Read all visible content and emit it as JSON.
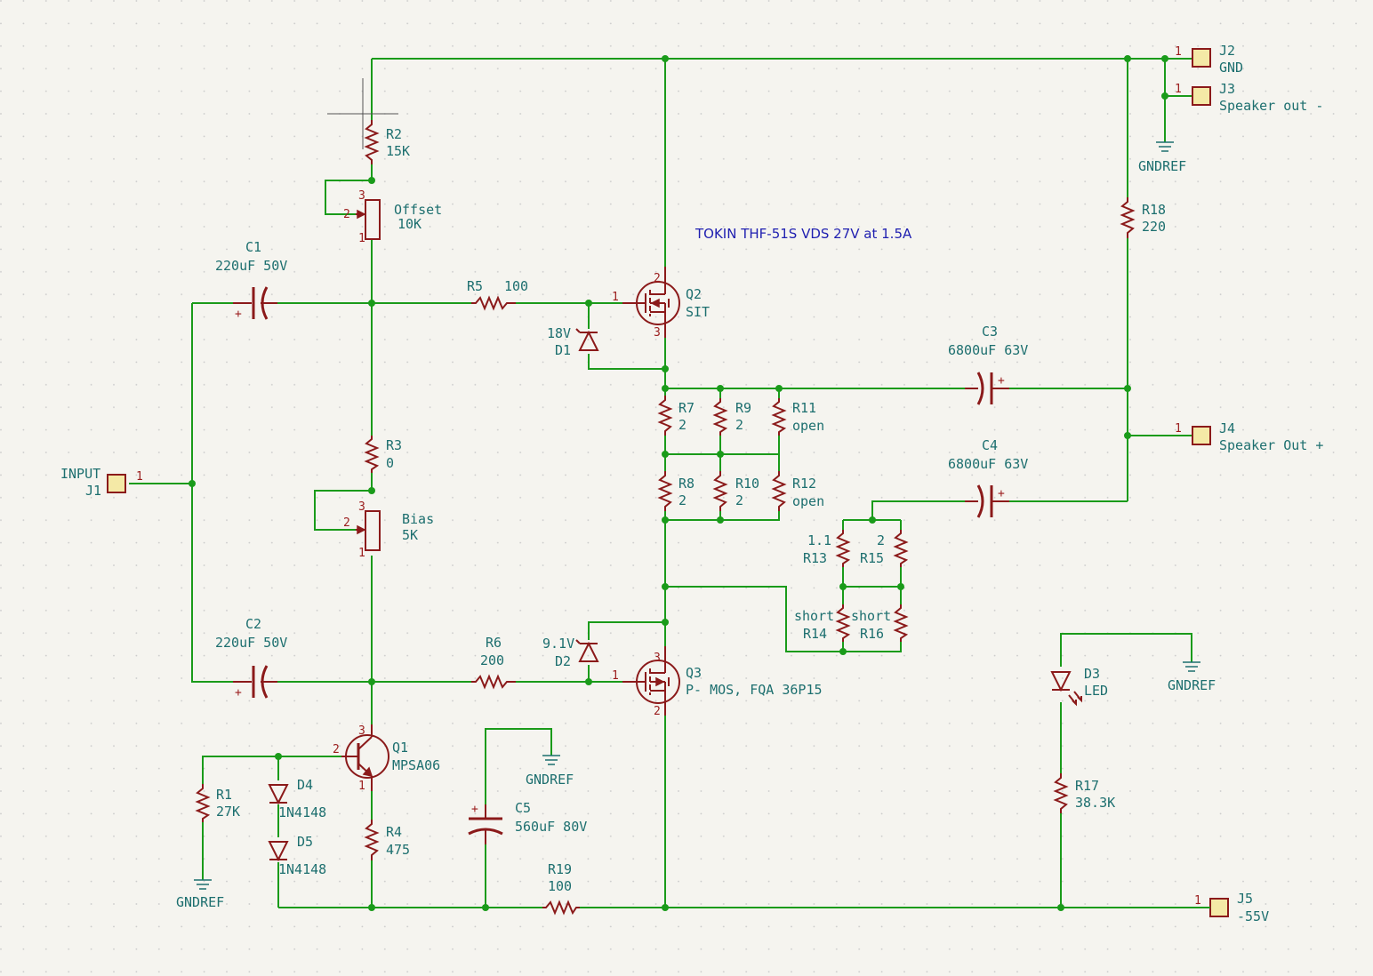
{
  "annotation": "TOKIN THF-51S VDS 27V at 1.5A",
  "components": {
    "R2": {
      "ref": "R2",
      "value": "15K"
    },
    "RV1": {
      "ref": "Offset",
      "value": "10K"
    },
    "RV2": {
      "ref": "Bias",
      "value": "5K"
    },
    "R3": {
      "ref": "R3",
      "value": "0"
    },
    "R4": {
      "ref": "R4",
      "value": "475"
    },
    "R1": {
      "ref": "R1",
      "value": "27K"
    },
    "R5": {
      "ref": "R5",
      "value": "100"
    },
    "R6": {
      "ref": "R6",
      "value": "200"
    },
    "R7": {
      "ref": "R7",
      "value": "2"
    },
    "R8": {
      "ref": "R8",
      "value": "2"
    },
    "R9": {
      "ref": "R9",
      "value": "2"
    },
    "R10": {
      "ref": "R10",
      "value": "2"
    },
    "R11": {
      "ref": "R11",
      "value": "open"
    },
    "R12": {
      "ref": "R12",
      "value": "open"
    },
    "R13": {
      "ref": "R13",
      "value": "1.1"
    },
    "R14": {
      "ref": "R14",
      "value": "short"
    },
    "R15": {
      "ref": "R15",
      "value": "2"
    },
    "R16": {
      "ref": "R16",
      "value": "short"
    },
    "R17": {
      "ref": "R17",
      "value": "38.3K"
    },
    "R18": {
      "ref": "R18",
      "value": "220"
    },
    "R19": {
      "ref": "R19",
      "value": "100"
    },
    "C1": {
      "ref": "C1",
      "value": "220uF 50V"
    },
    "C2": {
      "ref": "C2",
      "value": "220uF 50V"
    },
    "C3": {
      "ref": "C3",
      "value": "6800uF 63V"
    },
    "C4": {
      "ref": "C4",
      "value": "6800uF 63V"
    },
    "C5": {
      "ref": "C5",
      "value": "560uF 80V"
    },
    "D1": {
      "ref": "D1",
      "value": "18V"
    },
    "D2": {
      "ref": "D2",
      "value": "9.1V"
    },
    "D3": {
      "ref": "D3",
      "value": "LED"
    },
    "D4": {
      "ref": "D4",
      "value": "1N4148"
    },
    "D5": {
      "ref": "D5",
      "value": "1N4148"
    },
    "Q1": {
      "ref": "Q1",
      "value": "MPSA06"
    },
    "Q2": {
      "ref": "Q2",
      "value": "SIT"
    },
    "Q3": {
      "ref": "Q3",
      "value": "P- MOS, FQA 36P15"
    }
  },
  "connectors": {
    "J1": {
      "ref": "J1",
      "value": "INPUT"
    },
    "J2": {
      "ref": "J2",
      "value": "GND"
    },
    "J3": {
      "ref": "J3",
      "value": "Speaker out -"
    },
    "J4": {
      "ref": "J4",
      "value": "Speaker Out +"
    },
    "J5": {
      "ref": "J5",
      "value": "-55V"
    }
  },
  "power": {
    "gndref": "GNDREF"
  },
  "pins": {
    "p1": "1",
    "p2": "2",
    "p3": "3",
    "plus": "+"
  }
}
